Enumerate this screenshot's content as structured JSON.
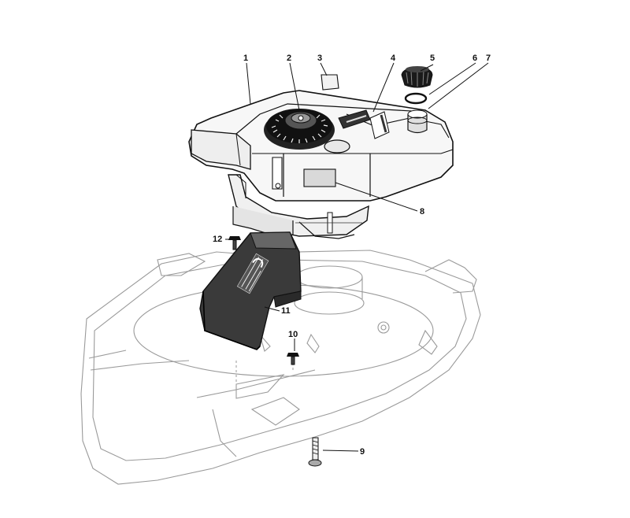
{
  "callouts": [
    {
      "id": "1",
      "label": "1"
    },
    {
      "id": "2",
      "label": "2"
    },
    {
      "id": "3",
      "label": "3"
    },
    {
      "id": "4",
      "label": "4"
    },
    {
      "id": "5",
      "label": "5"
    },
    {
      "id": "6",
      "label": "6"
    },
    {
      "id": "7",
      "label": "7"
    },
    {
      "id": "8",
      "label": "8"
    },
    {
      "id": "9",
      "label": "9"
    },
    {
      "id": "10",
      "label": "10"
    },
    {
      "id": "11",
      "label": "11"
    },
    {
      "id": "12",
      "label": "12"
    }
  ],
  "colors": {
    "ink": "#111111",
    "ghost": "#9a9a9a",
    "engine_fill": "#f7f7f7"
  }
}
